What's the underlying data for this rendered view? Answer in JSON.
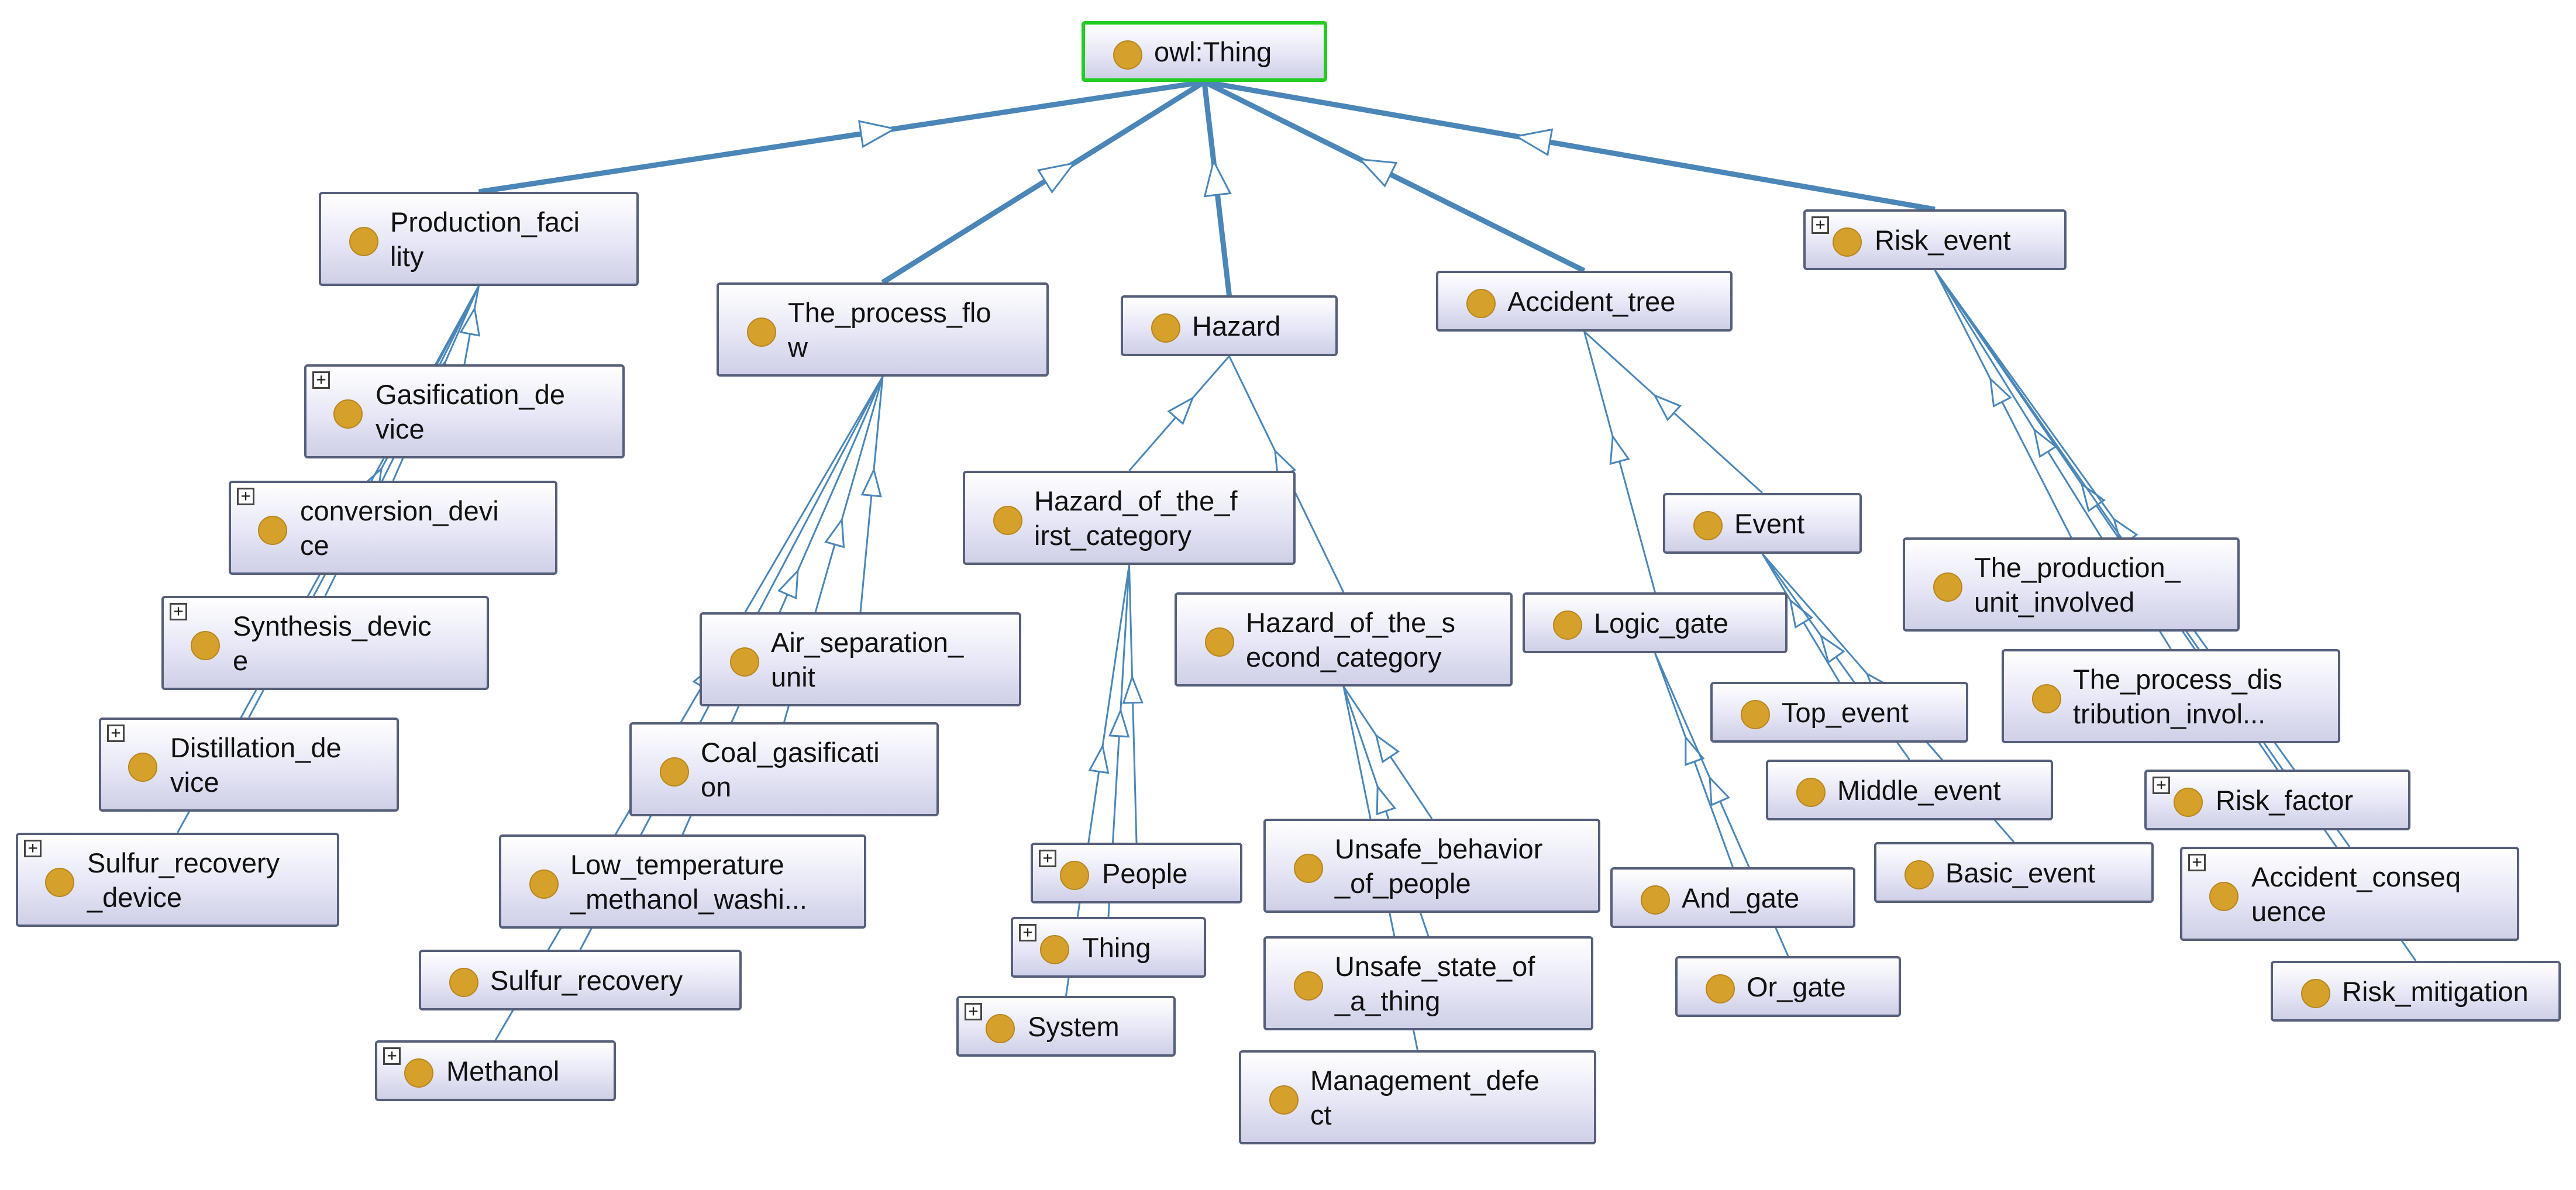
{
  "colors": {
    "edge": "#4a86b8",
    "dot": "#d6a12b",
    "root_border": "#22cc22",
    "node_border": "#565f7a"
  },
  "icons": {
    "class": "class-circle-icon",
    "expand": "expand-plus-icon"
  },
  "nodes": [
    {
      "id": "owl_thing",
      "label": "owl:Thing",
      "expandable": false
    },
    {
      "id": "production_facility",
      "label": "Production_faci\nlity",
      "expandable": false
    },
    {
      "id": "process_flow",
      "label": "The_process_flo\nw",
      "expandable": false
    },
    {
      "id": "hazard",
      "label": "Hazard",
      "expandable": false
    },
    {
      "id": "accident_tree",
      "label": "Accident_tree",
      "expandable": false
    },
    {
      "id": "risk_event",
      "label": "Risk_event",
      "expandable": true
    },
    {
      "id": "gasification_device",
      "label": "Gasification_de\nvice",
      "expandable": true
    },
    {
      "id": "conversion_device",
      "label": "conversion_devi\nce",
      "expandable": true
    },
    {
      "id": "synthesis_device",
      "label": "Synthesis_devic\ne",
      "expandable": true
    },
    {
      "id": "distillation_device",
      "label": "Distillation_de\nvice",
      "expandable": true
    },
    {
      "id": "sulfur_recovery_device",
      "label": "Sulfur_recovery\n_device",
      "expandable": true
    },
    {
      "id": "air_separation_unit",
      "label": "Air_separation_\nunit",
      "expandable": false
    },
    {
      "id": "coal_gasification",
      "label": "Coal_gasificati\non",
      "expandable": false
    },
    {
      "id": "low_temp_methanol",
      "label": "Low_temperature\n_methanol_washi...",
      "expandable": false
    },
    {
      "id": "sulfur_recovery",
      "label": "Sulfur_recovery",
      "expandable": false
    },
    {
      "id": "methanol",
      "label": "Methanol",
      "expandable": true
    },
    {
      "id": "hazard_first",
      "label": "Hazard_of_the_f\nirst_category",
      "expandable": false
    },
    {
      "id": "hazard_second",
      "label": "Hazard_of_the_s\necond_category",
      "expandable": false
    },
    {
      "id": "people",
      "label": "People",
      "expandable": true
    },
    {
      "id": "thing",
      "label": "Thing",
      "expandable": true
    },
    {
      "id": "system",
      "label": "System",
      "expandable": true
    },
    {
      "id": "unsafe_behavior",
      "label": "Unsafe_behavior\n_of_people",
      "expandable": false
    },
    {
      "id": "unsafe_state",
      "label": "Unsafe_state_of\n_a_thing",
      "expandable": false
    },
    {
      "id": "management_defect",
      "label": "Management_defe\nct",
      "expandable": false
    },
    {
      "id": "event",
      "label": "Event",
      "expandable": false
    },
    {
      "id": "logic_gate",
      "label": "Logic_gate",
      "expandable": false
    },
    {
      "id": "top_event",
      "label": "Top_event",
      "expandable": false
    },
    {
      "id": "middle_event",
      "label": "Middle_event",
      "expandable": false
    },
    {
      "id": "basic_event",
      "label": "Basic_event",
      "expandable": false
    },
    {
      "id": "and_gate",
      "label": "And_gate",
      "expandable": false
    },
    {
      "id": "or_gate",
      "label": "Or_gate",
      "expandable": false
    },
    {
      "id": "production_unit_involved",
      "label": "The_production_\nunit_involved",
      "expandable": false
    },
    {
      "id": "process_distribution",
      "label": "The_process_dis\ntribution_invol...",
      "expandable": false
    },
    {
      "id": "risk_factor",
      "label": "Risk_factor",
      "expandable": true
    },
    {
      "id": "accident_consequence",
      "label": "Accident_conseq\nuence",
      "expandable": true
    },
    {
      "id": "risk_mitigation",
      "label": "Risk_mitigation",
      "expandable": false
    }
  ],
  "edges": [
    {
      "from": "owl_thing",
      "to": "production_facility"
    },
    {
      "from": "owl_thing",
      "to": "process_flow"
    },
    {
      "from": "owl_thing",
      "to": "hazard"
    },
    {
      "from": "owl_thing",
      "to": "accident_tree"
    },
    {
      "from": "owl_thing",
      "to": "risk_event"
    },
    {
      "from": "production_facility",
      "to": "gasification_device"
    },
    {
      "from": "production_facility",
      "to": "conversion_device"
    },
    {
      "from": "production_facility",
      "to": "synthesis_device"
    },
    {
      "from": "production_facility",
      "to": "distillation_device"
    },
    {
      "from": "production_facility",
      "to": "sulfur_recovery_device"
    },
    {
      "from": "process_flow",
      "to": "air_separation_unit"
    },
    {
      "from": "process_flow",
      "to": "coal_gasification"
    },
    {
      "from": "process_flow",
      "to": "low_temp_methanol"
    },
    {
      "from": "process_flow",
      "to": "sulfur_recovery"
    },
    {
      "from": "process_flow",
      "to": "methanol"
    },
    {
      "from": "hazard",
      "to": "hazard_first"
    },
    {
      "from": "hazard",
      "to": "hazard_second"
    },
    {
      "from": "hazard_first",
      "to": "people"
    },
    {
      "from": "hazard_first",
      "to": "thing"
    },
    {
      "from": "hazard_first",
      "to": "system"
    },
    {
      "from": "hazard_second",
      "to": "unsafe_behavior"
    },
    {
      "from": "hazard_second",
      "to": "unsafe_state"
    },
    {
      "from": "hazard_second",
      "to": "management_defect"
    },
    {
      "from": "accident_tree",
      "to": "event"
    },
    {
      "from": "accident_tree",
      "to": "logic_gate"
    },
    {
      "from": "event",
      "to": "top_event"
    },
    {
      "from": "event",
      "to": "middle_event"
    },
    {
      "from": "event",
      "to": "basic_event"
    },
    {
      "from": "logic_gate",
      "to": "and_gate"
    },
    {
      "from": "logic_gate",
      "to": "or_gate"
    },
    {
      "from": "risk_event",
      "to": "production_unit_involved"
    },
    {
      "from": "risk_event",
      "to": "process_distribution"
    },
    {
      "from": "risk_event",
      "to": "risk_factor"
    },
    {
      "from": "risk_event",
      "to": "accident_consequence"
    },
    {
      "from": "risk_event",
      "to": "risk_mitigation"
    }
  ]
}
